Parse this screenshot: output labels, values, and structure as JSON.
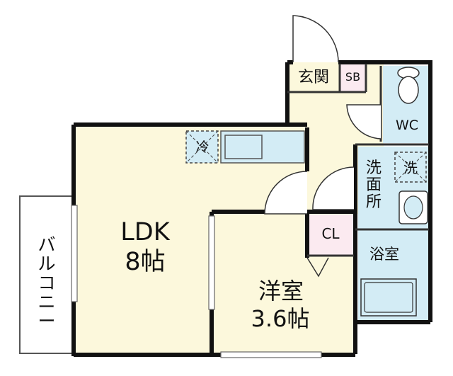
{
  "rooms": {
    "ldk_name": "LDK",
    "ldk_size": "8帖",
    "western_name": "洋室",
    "western_size": "3.6帖",
    "entrance": "玄関",
    "shoe_box": "SB",
    "wc": "WC",
    "washroom": "洗\n面\n所",
    "bath": "浴室",
    "closet": "CL",
    "balcony": "バ\nル\nコ\nニ\nー"
  },
  "appliances": {
    "fridge": "冷",
    "washer": "洗"
  },
  "colors": {
    "floor": "#FCF8DC",
    "wet_area": "#D3ECF5",
    "storage": "#FBEAF0",
    "wall": "#111111"
  }
}
